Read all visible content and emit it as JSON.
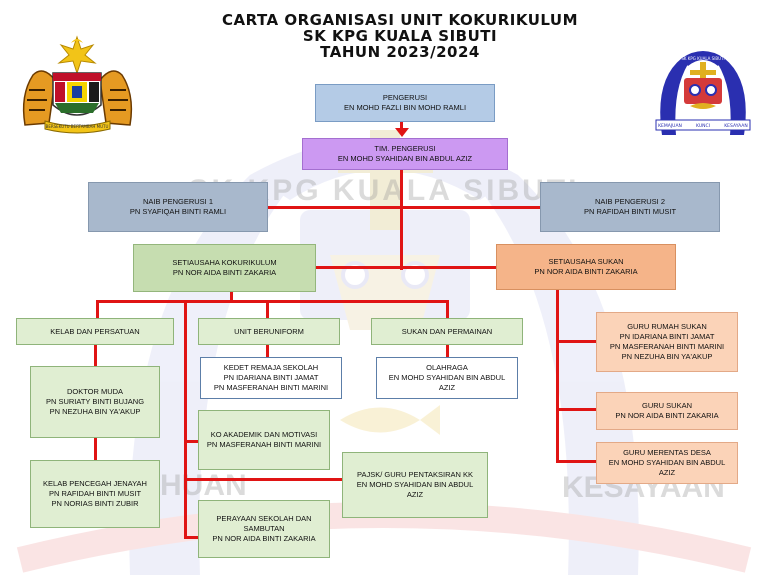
{
  "header": {
    "title_line1": "CARTA ORGANISASI UNIT KOKURIKULUM",
    "title_line2": "SK KPG KUALA SIBUTI",
    "title_line3": "TAHUN 2023/2024"
  },
  "watermark": {
    "arc_text": "SK KPG KUALA SIBUTI",
    "left_text": "HUAN",
    "right_text": "KESAYAAN"
  },
  "logos": {
    "left_crest_motto": "BERSEKUTU BERTAMBAH MUTU",
    "right_badge_top": "SK KPG KUALA SIBUTI",
    "right_badge_left": "KEMAJUAN",
    "right_badge_center": "KUNCI",
    "right_badge_right": "KESAYAAN"
  },
  "colors": {
    "connector": "#e01414",
    "chairman": "#b4cbe6",
    "deputy": "#cc99f2",
    "vice": "#a8b8cc",
    "secretary_koko": "#c6ddb0",
    "secretary_sports": "#f5b489",
    "sports_roles": "#fbd3b8"
  },
  "org": {
    "pengerusi": {
      "role": "PENGERUSI",
      "name": "EN MOHD FAZLI BIN MOHD RAMLI"
    },
    "tim_pengerusi": {
      "role": "TIM. PENGERUSI",
      "name": "EN MOHD SYAHIDAN BIN ABDUL AZIZ"
    },
    "naib1": {
      "role": "NAIB PENGERUSI 1",
      "name": "PN SYAFIQAH BINTI RAMLI"
    },
    "naib2": {
      "role": "NAIB PENGERUSI 2",
      "name": "PN RAFIDAH BINTI MUSIT"
    },
    "setiausaha_koko": {
      "role": "SETIAUSAHA KOKURIKULUM",
      "name": "PN NOR AIDA BINTI ZAKARIA"
    },
    "setiausaha_sukan": {
      "role": "SETIAUSAHA SUKAN",
      "name": "PN NOR AIDA BINTI ZAKARIA"
    },
    "kelab": {
      "role": "KELAB DAN PERSATUAN"
    },
    "unit_beruniform": {
      "role": "UNIT BERUNIFORM"
    },
    "sukan_permainan": {
      "role": "SUKAN DAN PERMAINAN"
    },
    "doktor_muda": {
      "role": "DOKTOR MUDA",
      "names": [
        "PN SURIATY BINTI BUJANG",
        "PN NEZUHA BIN YA'AKUP"
      ]
    },
    "kelab_pencegah": {
      "role": "KELAB PENCEGAH JENAYAH",
      "names": [
        "PN RAFIDAH BINTI MUSIT",
        "PN NORIAS BINTI ZUBIR"
      ]
    },
    "kadet": {
      "role": "KEDET REMAJA SEKOLAH",
      "names": [
        "PN IDARIANA BINTI JAMAT",
        "PN MASFERANAH BINTI MARINI"
      ]
    },
    "olahraga": {
      "role": "OLAHRAGA",
      "names": [
        "EN MOHD SYAHIDAN BIN ABDUL",
        "AZIZ"
      ]
    },
    "ko_akademik": {
      "role": "KO AKADEMIK DAN MOTIVASI",
      "names": [
        "PN MASFERANAH BINTI MARINI"
      ]
    },
    "pajsk": {
      "role": "PAJSK/ GURU PENTAKSIRAN KK",
      "names": [
        "EN MOHD SYAHIDAN BIN ABDUL",
        "AZIZ"
      ]
    },
    "perayaan": {
      "role": "PERAYAAN SEKOLAH DAN",
      "role2": "SAMBUTAN",
      "names": [
        "PN NOR AIDA BINTI ZAKARIA"
      ]
    },
    "guru_rumah_sukan": {
      "role": "GURU RUMAH SUKAN",
      "names": [
        "PN IDARIANA BINTI JAMAT",
        "PN MASFERANAH BINTI MARINI",
        "PN NEZUHA BIN YA'AKUP"
      ]
    },
    "guru_sukan": {
      "role": "GURU SUKAN",
      "names": [
        "PN NOR AIDA BINTI ZAKARIA"
      ]
    },
    "guru_merentas": {
      "role": "GURU MERENTAS DESA",
      "names": [
        "EN MOHD SYAHIDAN BIN ABDUL",
        "AZIZ"
      ]
    }
  }
}
